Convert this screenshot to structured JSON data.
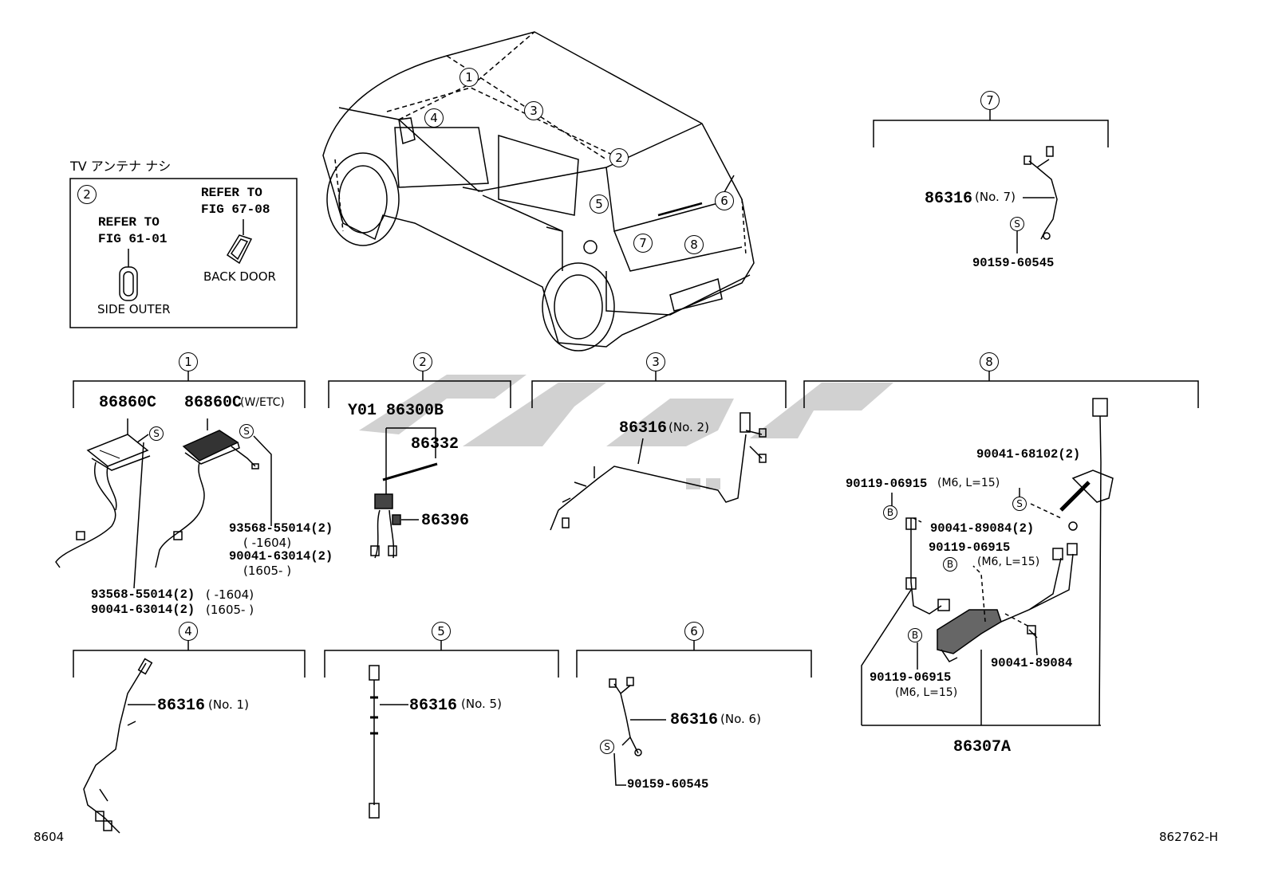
{
  "inset": {
    "title": "TV アンテナ ナシ",
    "callout": "2",
    "refer_side": [
      "REFER TO",
      "FIG 61-01"
    ],
    "refer_back": [
      "REFER TO",
      "FIG 67-08"
    ],
    "label_side": "SIDE OUTER",
    "label_back": "BACK DOOR"
  },
  "vehicle_callouts": [
    "1",
    "2",
    "3",
    "4",
    "5",
    "6",
    "7",
    "8"
  ],
  "sections": {
    "s1": {
      "callout": "1",
      "part_a": "86860C",
      "part_b": "86860C",
      "part_b_note": "(W/ETC)",
      "bolt_right_1": "93568-55014(2)",
      "bolt_right_1_note": "(     -1604)",
      "bolt_right_2": "90041-63014(2)",
      "bolt_right_2_note": "(1605-     )",
      "bolt_bottom_1": "93568-55014(2)",
      "bolt_bottom_1_note": "(     -1604)",
      "bolt_bottom_2": "90041-63014(2)",
      "bolt_bottom_2_note": "(1605-     )"
    },
    "s2": {
      "callout": "2",
      "part_a": "Y01 86300B",
      "part_b": "86332",
      "part_c": "86396"
    },
    "s3": {
      "callout": "3",
      "part": "86316",
      "note": "(No. 2)"
    },
    "s4": {
      "callout": "4",
      "part": "86316",
      "note": "(No. 1)"
    },
    "s5": {
      "callout": "5",
      "part": "86316",
      "note": "(No. 5)"
    },
    "s6": {
      "callout": "6",
      "part": "86316",
      "note": "(No. 6)",
      "clip": "90159-60545"
    },
    "s7": {
      "callout": "7",
      "part": "86316",
      "note": "(No. 7)",
      "clip": "90159-60545"
    },
    "s8": {
      "callout": "8",
      "bolt_1": "90041-68102(2)",
      "bolt_2": "90119-06915",
      "bolt_2_note": "(M6, L=15)",
      "bolt_3": "90041-89084(2)",
      "bolt_4": "90119-06915",
      "bolt_4_note": "(M6, L=15)",
      "bolt_5": "90119-06915",
      "bolt_5_note": "(M6, L=15)",
      "bolt_6": "90041-89084",
      "assembly": "86307A"
    }
  },
  "symbols": {
    "clip": "S",
    "bolt": "B"
  },
  "footer": {
    "left": "8604",
    "right": "862762-H"
  }
}
